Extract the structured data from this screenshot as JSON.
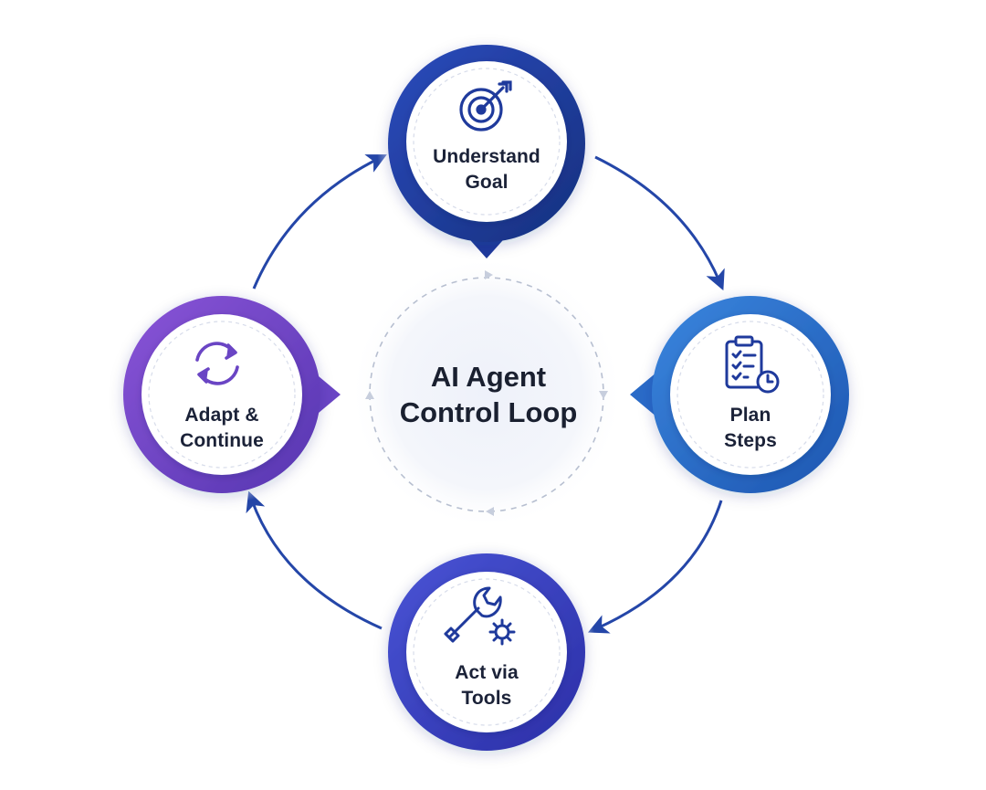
{
  "diagram": {
    "center": {
      "line1": "AI Agent",
      "line2": "Control Loop"
    },
    "nodes": [
      {
        "id": "understand",
        "line1": "Understand",
        "line2": "Goal",
        "icon": "target-icon",
        "color": "#1f3a9c"
      },
      {
        "id": "plan",
        "line1": "Plan",
        "line2": "Steps",
        "icon": "clipboard-checklist-icon",
        "color": "#2a6bc8"
      },
      {
        "id": "act",
        "line1": "Act via",
        "line2": "Tools",
        "icon": "wrench-gear-icon",
        "color": "#3a43c0"
      },
      {
        "id": "adapt",
        "line1": "Adapt &",
        "line2": "Continue",
        "icon": "refresh-icon",
        "color": "#6a45c4"
      }
    ],
    "colors": {
      "arrow": "#2446a8",
      "dashed": "#b7bfd0",
      "text": "#1b2238"
    }
  }
}
